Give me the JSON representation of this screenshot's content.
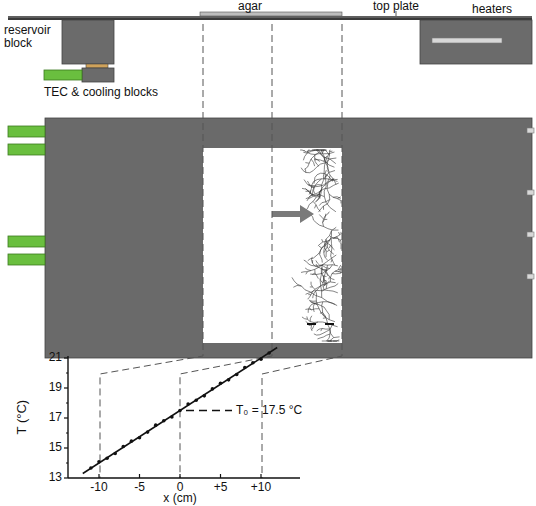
{
  "diagram": {
    "labels": [
      "agar",
      "top plate",
      "reservoir block",
      "heaters",
      "TEC & cooling blocks",
      "21",
      "19",
      "17",
      "15",
      "13",
      "T (°C)",
      "-10",
      "-5",
      "0",
      "+5",
      "+10",
      "x (cm)",
      "T₀ = 17.5 °C"
    ]
  }
}
